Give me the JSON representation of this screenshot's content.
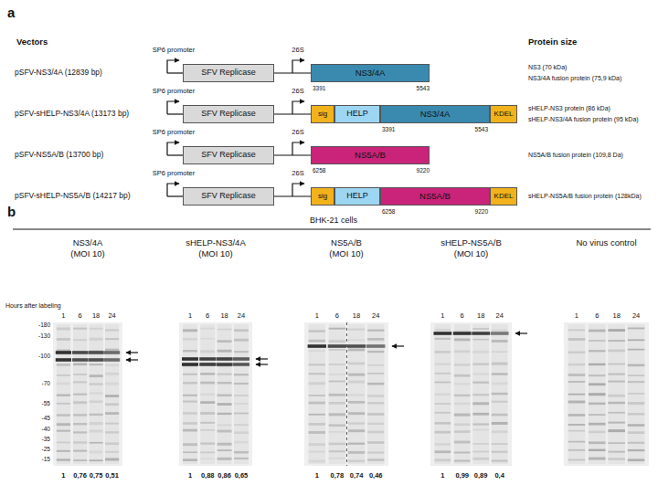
{
  "diagram": {
    "nodes": [
      {
        "text": [
          "SFV Replicase"
        ]
      },
      {
        "text": [
          "NS3/4A"
        ]
      },
      {
        "text": [
          "SFV Replicase"
        ]
      },
      {
        "text": [
          "sig"
        ]
      },
      {
        "text": [
          "HELP"
        ]
      },
      {
        "text": [
          "NS3/4A"
        ]
      },
      {
        "text": [
          "KDEL"
        ]
      },
      {
        "text": [
          "SFV Replicase"
        ]
      },
      {
        "text": [
          "NS5A/B"
        ]
      },
      {
        "text": [
          "SFV Replicase"
        ]
      },
      {
        "text": [
          "sig"
        ]
      },
      {
        "text": [
          "HELP"
        ]
      },
      {
        "text": [
          "NS5A/B"
        ]
      },
      {
        "text": [
          "KDEL"
        ]
      }
    ],
    "edges": [
      {
        "from": 0,
        "to": 1,
        "arrow": "none"
      },
      {
        "from": 2,
        "to": 3,
        "arrow": "none"
      },
      {
        "from": 7,
        "to": 8,
        "arrow": "none"
      },
      {
        "from": 9,
        "to": 10,
        "arrow": "none"
      }
    ],
    "labels": [
      "a",
      "Vectors",
      "Protein size",
      "pSFV-NS3/4A (12839 bp)",
      "pSFV-sHELP-NS3/4A (13173 bp)",
      "pSFV-NS5A/B (13700 bp)",
      "pSFV-sHELP-NS5A/B (14217 bp)",
      "SP6 promoter",
      "SP6 promoter",
      "SP6 promoter",
      "SP6 promoter",
      "26S",
      "26S",
      "26S",
      "26S",
      "3391",
      "5543",
      "3391",
      "5543",
      "6258",
      "9220",
      "6258",
      "9220",
      "NS3 (70 kDa)",
      "NS3/4A fusion protein (75,9 kDa)",
      "sHELP-NS3 protein (86 kDa)",
      "sHELP-NS3/4A fusion protein (95 kDa)",
      "NS5A/B fusion protein (109,8 Da)",
      "sHELP-NS5A/B fusion protein (128kDa)",
      "b",
      "BHK-21 cells",
      "NS3/4A",
      "(MOI 10)",
      "sHELP-NS3/4A",
      "(MOI 10)",
      "NS5A/B",
      "(MOI 10)",
      "sHELP-NS5A/B",
      "(MOI 10)",
      "No virus control",
      "Hours after labeling",
      "1",
      "6",
      "18",
      "24",
      "1",
      "6",
      "18",
      "24",
      "1",
      "6",
      "18",
      "24",
      "1",
      "6",
      "18",
      "24",
      "1",
      "6",
      "18",
      "24",
      "-180",
      "-130",
      "-100",
      "-70",
      "-55",
      "-45",
      "-40",
      "-35",
      "-25",
      "-15",
      "1",
      "0,76",
      "0,75",
      "0,51",
      "1",
      "0,88",
      "0,86",
      "0,65",
      "1",
      "0,78",
      "0,74",
      "0,46",
      "1",
      "0,99",
      "0,89",
      "0,4"
    ]
  }
}
